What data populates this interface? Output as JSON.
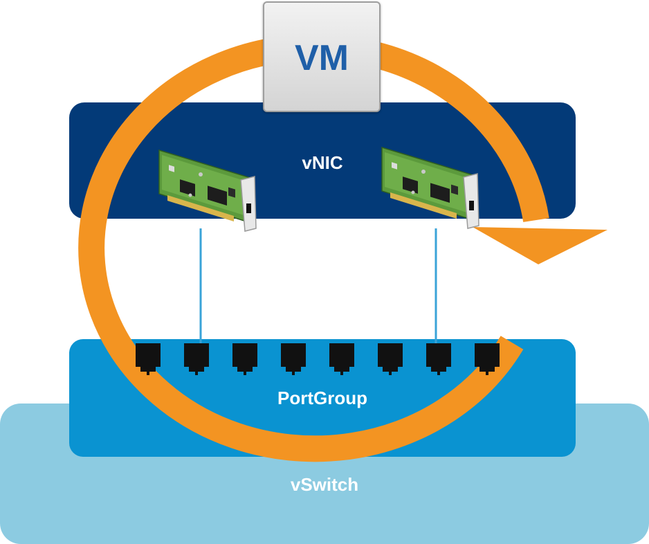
{
  "labels": {
    "vm": "VM",
    "vnic": "vNIC",
    "portgroup": "PortGroup",
    "vswitch": "vSwitch"
  },
  "colors": {
    "vswitch": "#8ccbe1",
    "portgroup": "#0a93d1",
    "vnic": "#033a78",
    "arrow": "#f39422",
    "link_line": "#3aa3d8",
    "port": "#111111",
    "vm_text": "#1f5fa8"
  },
  "icons": {
    "nic_card": "network-card-icon",
    "port": "ethernet-port-icon",
    "cycle_arrow": "circular-arrow-icon"
  },
  "counts": {
    "nic_cards": 2,
    "ports": 8
  }
}
